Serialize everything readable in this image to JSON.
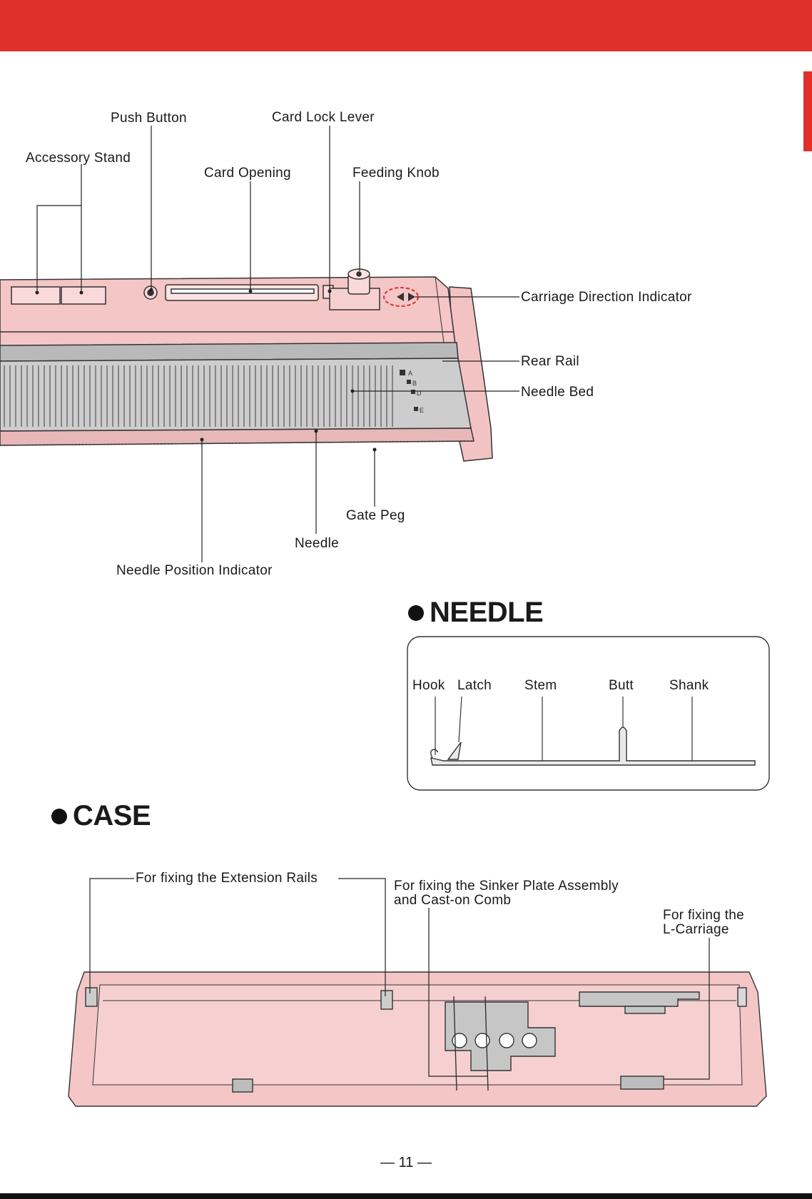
{
  "machine_labels": {
    "push_button": "Push Button",
    "card_lock_lever": "Card Lock Lever",
    "accessory_stand": "Accessory Stand",
    "card_opening": "Card Opening",
    "feeding_knob": "Feeding Knob",
    "carriage_direction_indicator": "Carriage Direction Indicator",
    "rear_rail": "Rear Rail",
    "needle_bed": "Needle Bed",
    "gate_peg": "Gate Peg",
    "needle": "Needle",
    "needle_position_indicator": "Needle Position Indicator"
  },
  "needle_section": {
    "heading": "NEEDLE",
    "labels": {
      "hook": "Hook",
      "latch": "Latch",
      "stem": "Stem",
      "butt": "Butt",
      "shank": "Shank"
    }
  },
  "case_section": {
    "heading": "CASE",
    "labels": {
      "extension_rails": "For fixing the Extension Rails",
      "sinker_plate_line1": "For fixing the Sinker Plate Assembly",
      "sinker_plate_line2": "and Cast-on Comb",
      "l_carriage_line1": "For fixing the",
      "l_carriage_line2": "L-Carriage"
    }
  },
  "page_number": "— 11 —",
  "colors": {
    "accent_red": "#e0302a",
    "machine_pink": "#f4c6c6",
    "bed_gray": "#c9c9c9"
  }
}
